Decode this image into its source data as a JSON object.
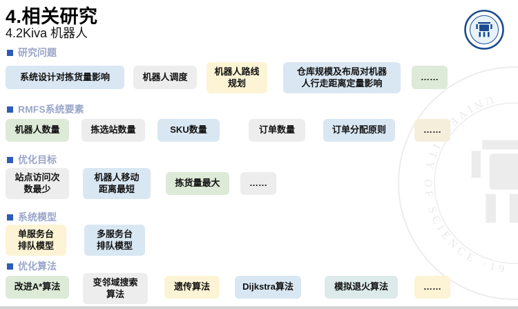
{
  "title": "4.相关研究",
  "subtitle": "4.2Kiva 机器人",
  "colors": {
    "section_header": "#9aa6c9",
    "bullet_blue": "#2f5cb8",
    "tone_blue": "#d9e7f3",
    "tone_gray": "#ededed",
    "tone_yellow": "#fcf4d4",
    "tone_green": "#dcead7",
    "tone_cream": "#f5eedb",
    "tone_teal": "#dcebe9",
    "logo_blue": "#1a4a8f",
    "watermark_gray": "#8f8f8f",
    "bottom_bar": "#d2d2d2"
  },
  "watermark": {
    "arc_text": "UNIVERSITY OF SCIENCE ·19"
  },
  "sections": [
    {
      "header": "研究问题",
      "items": [
        {
          "label": "系统设计对拣货量影响",
          "tone": "blue"
        },
        {
          "label": "机器人调度",
          "tone": "gray"
        },
        {
          "label": "机器人路线\n规划",
          "tone": "yellow"
        },
        {
          "label": "仓库规模及布局对机器\n人行走距离定量影响",
          "tone": "blue"
        },
        {
          "label": "……",
          "tone": "green"
        }
      ]
    },
    {
      "header": "RMFS系统要素",
      "items": [
        {
          "label": "机器人数量",
          "tone": "green"
        },
        {
          "label": "拣选站数量",
          "tone": "gray"
        },
        {
          "label": "SKU数量",
          "tone": "blue"
        },
        {
          "label": "订单数量",
          "tone": "gray"
        },
        {
          "label": "订单分配原则",
          "tone": "blue"
        },
        {
          "label": "……",
          "tone": "cream"
        }
      ]
    },
    {
      "header": "优化目标",
      "items": [
        {
          "label": "站点访问次\n数最少",
          "tone": "gray"
        },
        {
          "label": "机器人移动\n距离最短",
          "tone": "blue"
        },
        {
          "label": "拣货量最大",
          "tone": "green"
        },
        {
          "label": "……",
          "tone": "gray"
        }
      ]
    },
    {
      "header": "系统模型",
      "items": [
        {
          "label": "单服务台\n排队模型",
          "tone": "yellow"
        },
        {
          "label": "多服务台\n排队模型",
          "tone": "blue"
        }
      ]
    },
    {
      "header": "优化算法",
      "items": [
        {
          "label": "改进A*算法",
          "tone": "green"
        },
        {
          "label": "变邻域搜索\n算法",
          "tone": "gray"
        },
        {
          "label": "遗传算法",
          "tone": "yellow"
        },
        {
          "label": "Dijkstra算法",
          "tone": "blue"
        },
        {
          "label": "模拟退火算法",
          "tone": "teal"
        },
        {
          "label": "……",
          "tone": "yellow"
        }
      ]
    }
  ]
}
